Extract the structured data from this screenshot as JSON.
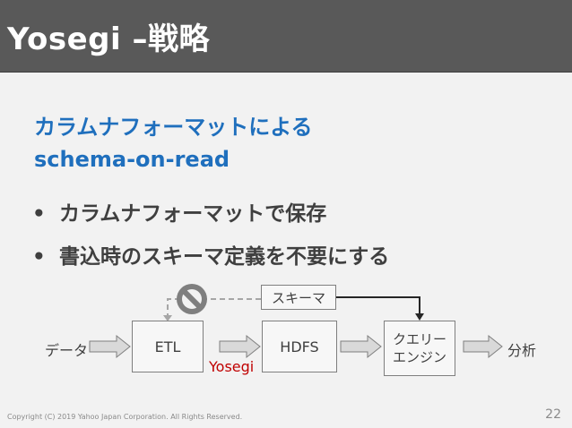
{
  "slide": {
    "title": "Yosegi –戦略",
    "heading_line1": "カラムナフォーマットによる",
    "heading_line2": "schema-on-read",
    "bullet_marker": "•",
    "bullets": [
      "カラムナフォーマットで保存",
      "書込時のスキーマ定義を不要にする"
    ]
  },
  "diagram": {
    "input_label": "データ",
    "etl_label": "ETL",
    "hdfs_label": "HDFS",
    "query_engine_line1": "クエリー",
    "query_engine_line2": "エンジン",
    "output_label": "分析",
    "schema_label": "スキーマ",
    "yosegi_label": "Yosegi",
    "prohibited_icon": "no-entry-icon"
  },
  "colors": {
    "title_bar": "#595959",
    "heading": "#1f6fbd",
    "accent_red": "#c00000",
    "body_text": "#3f3f3f"
  },
  "footer": {
    "copyright": "Copyright (C) 2019 Yahoo Japan Corporation. All Rights Reserved.",
    "page_number": "22"
  }
}
